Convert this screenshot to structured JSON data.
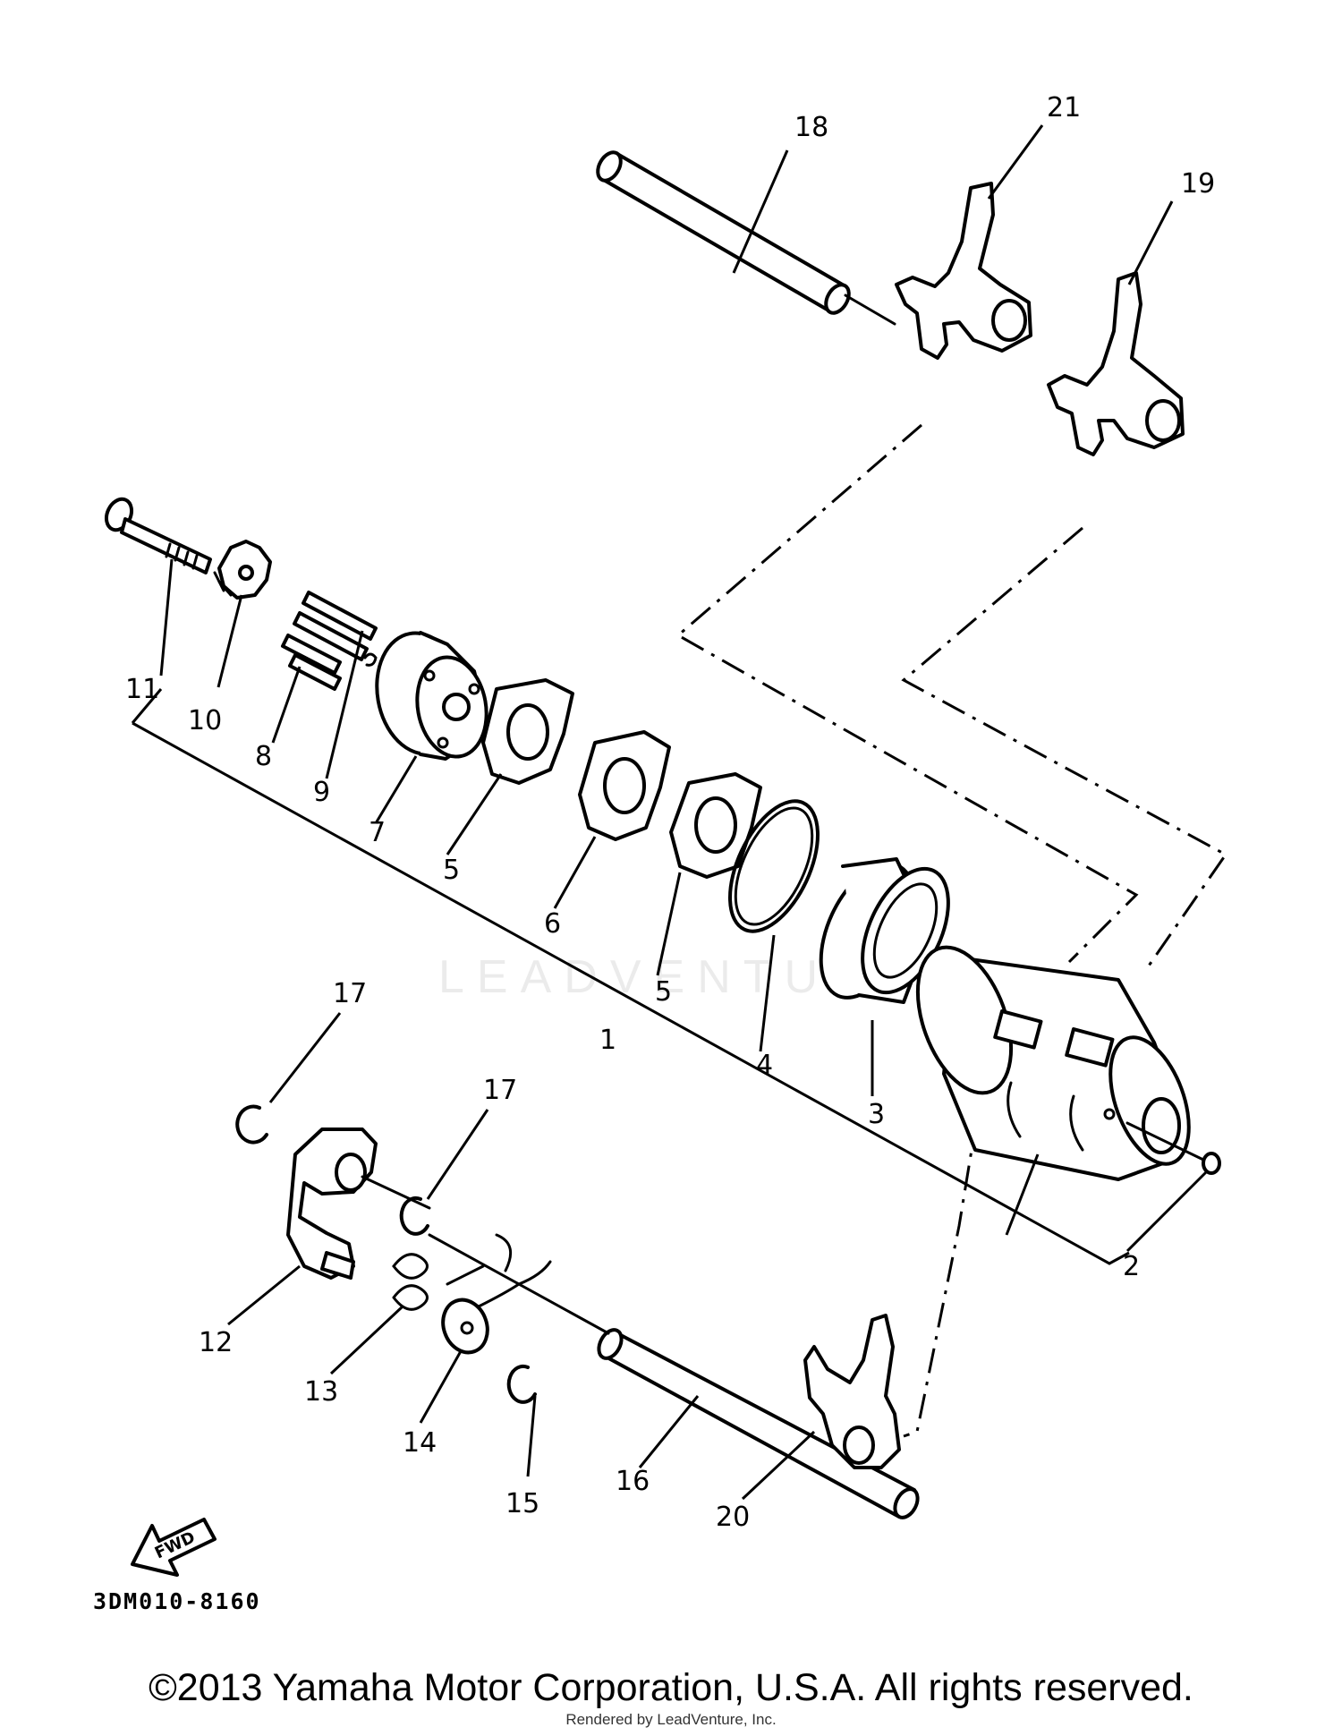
{
  "diagram": {
    "code": "3DM010-8160",
    "fwd_label": "FWD",
    "watermark": "LEADVENTURE",
    "callouts": {
      "c1": "1",
      "c2": "2",
      "c3": "3",
      "c4": "4",
      "c5a": "5",
      "c5b": "5",
      "c6": "6",
      "c7": "7",
      "c8": "8",
      "c9": "9",
      "c10": "10",
      "c11": "11",
      "c12": "12",
      "c13": "13",
      "c14": "14",
      "c15": "15",
      "c16": "16",
      "c17a": "17",
      "c17b": "17",
      "c18": "18",
      "c19": "19",
      "c20": "20",
      "c21": "21"
    }
  },
  "footer": {
    "copyright": "©2013 Yamaha Motor Corporation, U.S.A. All rights reserved.",
    "rendered_by": "Rendered by LeadVenture, Inc."
  }
}
